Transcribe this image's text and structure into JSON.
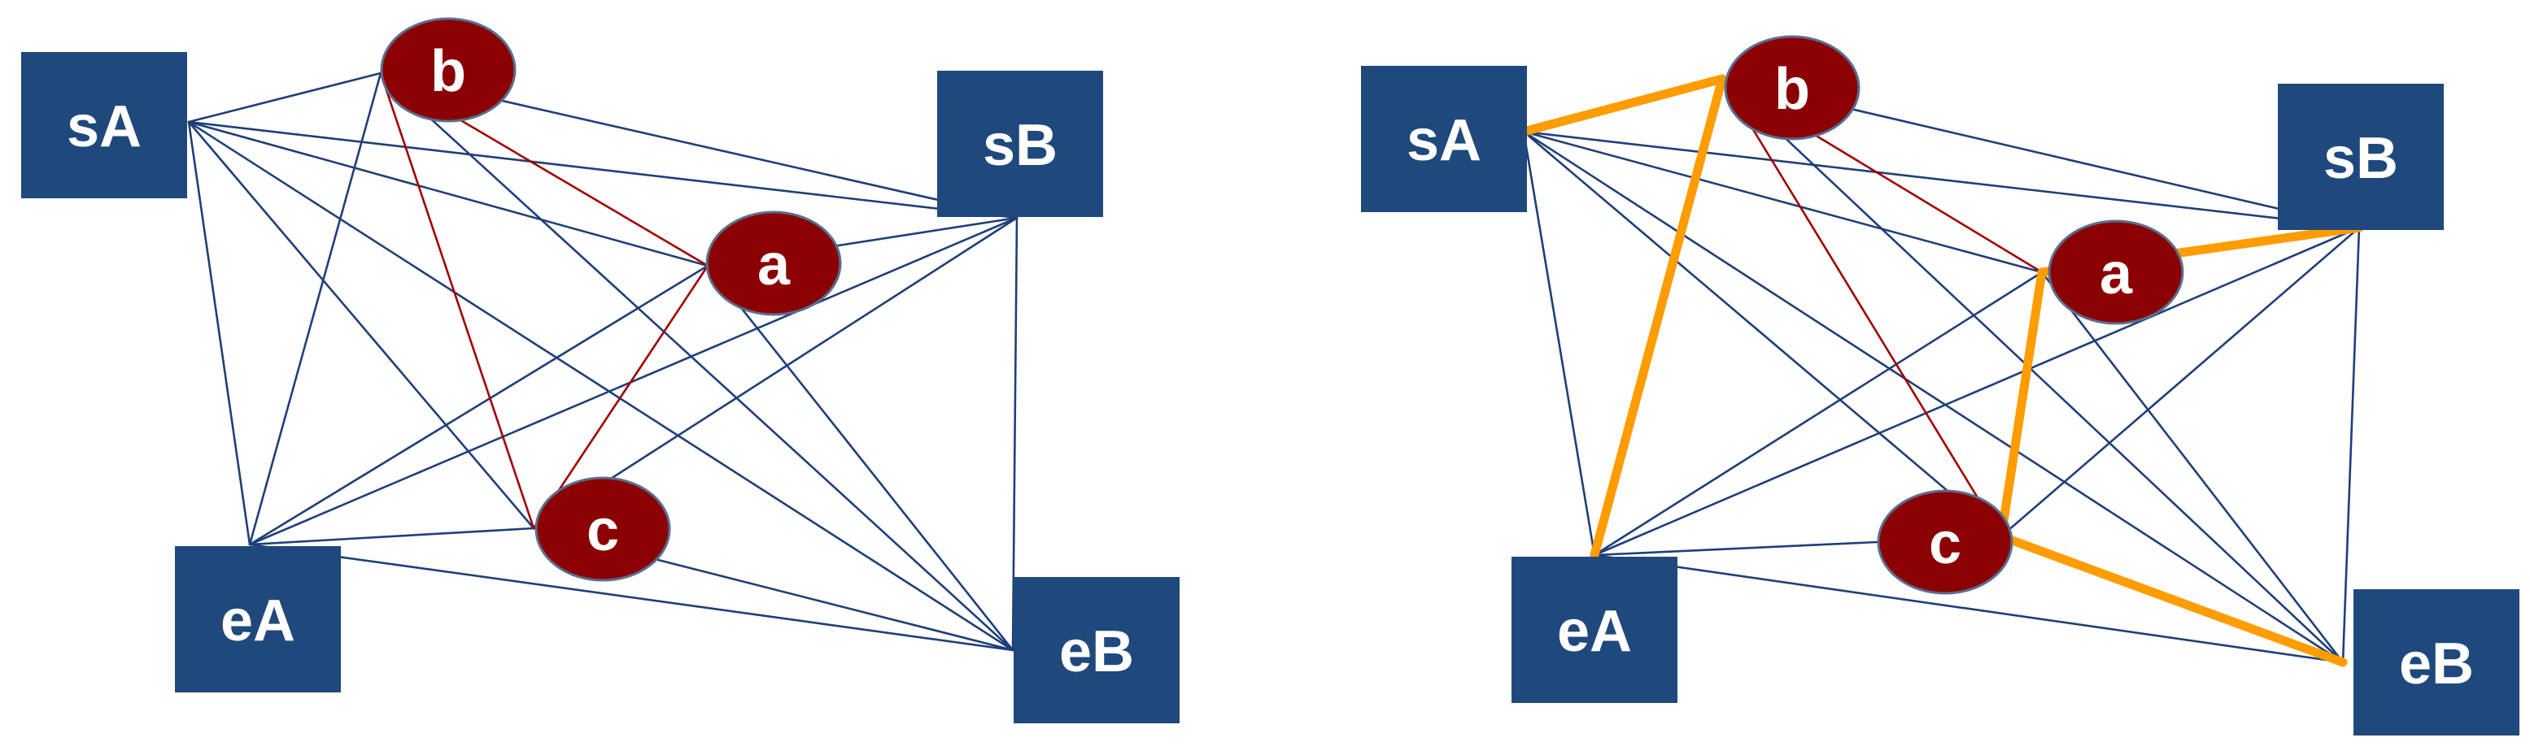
{
  "colors": {
    "square_fill": "#1f497d",
    "circle_fill": "#8b0000",
    "circle_stroke": "#5a6e8f",
    "blue_edge": "#1f3f7a",
    "red_edge": "#a00000",
    "highlight_edge": "#ff9c00",
    "label": "#ffffff"
  },
  "graphs": [
    {
      "id": "left",
      "nodes": [
        {
          "id": "sA",
          "label": "sA",
          "shape": "square"
        },
        {
          "id": "b",
          "label": "b",
          "shape": "circle"
        },
        {
          "id": "sB",
          "label": "sB",
          "shape": "square"
        },
        {
          "id": "a",
          "label": "a",
          "shape": "circle"
        },
        {
          "id": "c",
          "label": "c",
          "shape": "circle"
        },
        {
          "id": "eA",
          "label": "eA",
          "shape": "square"
        },
        {
          "id": "eB",
          "label": "eB",
          "shape": "square"
        }
      ],
      "edges": [
        {
          "from": "sA",
          "to": "b",
          "kind": "normal"
        },
        {
          "from": "sA",
          "to": "sB",
          "kind": "normal"
        },
        {
          "from": "sA",
          "to": "a",
          "kind": "normal"
        },
        {
          "from": "sA",
          "to": "c",
          "kind": "normal"
        },
        {
          "from": "sA",
          "to": "eA",
          "kind": "normal"
        },
        {
          "from": "sA",
          "to": "eB",
          "kind": "normal"
        },
        {
          "from": "b",
          "to": "sB",
          "kind": "normal"
        },
        {
          "from": "b",
          "to": "a",
          "kind": "red"
        },
        {
          "from": "b",
          "to": "c",
          "kind": "red"
        },
        {
          "from": "b",
          "to": "eA",
          "kind": "normal"
        },
        {
          "from": "b",
          "to": "eB",
          "kind": "normal"
        },
        {
          "from": "sB",
          "to": "a",
          "kind": "normal"
        },
        {
          "from": "sB",
          "to": "c",
          "kind": "normal"
        },
        {
          "from": "sB",
          "to": "eA",
          "kind": "normal"
        },
        {
          "from": "sB",
          "to": "eB",
          "kind": "normal"
        },
        {
          "from": "a",
          "to": "c",
          "kind": "red"
        },
        {
          "from": "a",
          "to": "eA",
          "kind": "normal"
        },
        {
          "from": "a",
          "to": "eB",
          "kind": "normal"
        },
        {
          "from": "c",
          "to": "eA",
          "kind": "normal"
        },
        {
          "from": "c",
          "to": "eB",
          "kind": "normal"
        },
        {
          "from": "eA",
          "to": "eB",
          "kind": "normal"
        }
      ]
    },
    {
      "id": "right",
      "nodes": [
        {
          "id": "sA",
          "label": "sA",
          "shape": "square"
        },
        {
          "id": "b",
          "label": "b",
          "shape": "circle"
        },
        {
          "id": "sB",
          "label": "sB",
          "shape": "square"
        },
        {
          "id": "a",
          "label": "a",
          "shape": "circle"
        },
        {
          "id": "c",
          "label": "c",
          "shape": "circle"
        },
        {
          "id": "eA",
          "label": "eA",
          "shape": "square"
        },
        {
          "id": "eB",
          "label": "eB",
          "shape": "square"
        }
      ],
      "edges": [
        {
          "from": "sA",
          "to": "sB",
          "kind": "normal"
        },
        {
          "from": "sA",
          "to": "a",
          "kind": "normal"
        },
        {
          "from": "sA",
          "to": "c",
          "kind": "normal"
        },
        {
          "from": "sA",
          "to": "eA",
          "kind": "normal"
        },
        {
          "from": "sA",
          "to": "eB",
          "kind": "normal"
        },
        {
          "from": "b",
          "to": "sB",
          "kind": "normal"
        },
        {
          "from": "b",
          "to": "a",
          "kind": "red"
        },
        {
          "from": "b",
          "to": "c",
          "kind": "red"
        },
        {
          "from": "b",
          "to": "eB",
          "kind": "normal"
        },
        {
          "from": "sB",
          "to": "c",
          "kind": "normal"
        },
        {
          "from": "sB",
          "to": "eA",
          "kind": "normal"
        },
        {
          "from": "sB",
          "to": "eB",
          "kind": "normal"
        },
        {
          "from": "a",
          "to": "eA",
          "kind": "normal"
        },
        {
          "from": "a",
          "to": "eB",
          "kind": "normal"
        },
        {
          "from": "c",
          "to": "eA",
          "kind": "normal"
        },
        {
          "from": "eA",
          "to": "eB",
          "kind": "normal"
        },
        {
          "from": "sA",
          "to": "b",
          "kind": "highlight"
        },
        {
          "from": "b",
          "to": "eA",
          "kind": "highlight"
        },
        {
          "from": "a",
          "to": "sB",
          "kind": "highlight"
        },
        {
          "from": "a",
          "to": "c",
          "kind": "highlight"
        },
        {
          "from": "c",
          "to": "eB",
          "kind": "highlight"
        }
      ]
    }
  ]
}
